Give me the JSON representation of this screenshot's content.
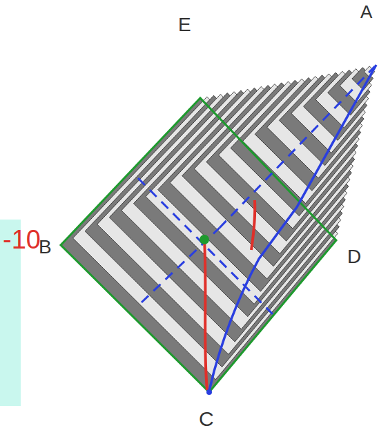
{
  "diagram": {
    "labels": [
      "E",
      "A",
      "B",
      "D",
      "C",
      "-10"
    ]
  }
}
